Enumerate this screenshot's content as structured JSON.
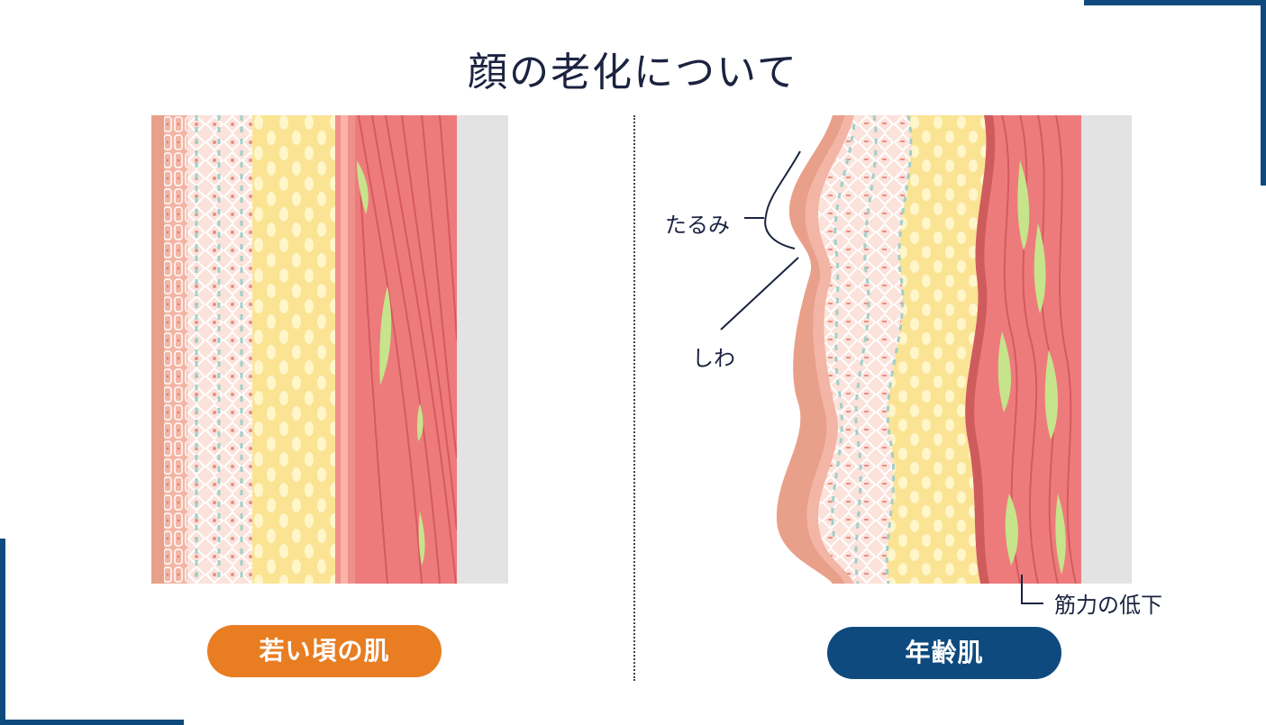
{
  "title": "顔の老化について",
  "young": {
    "label": "若い頃の肌",
    "color": "#e87d22"
  },
  "aged": {
    "label": "年齢肌",
    "color": "#0e4a7e"
  },
  "annotations": {
    "tarumi": "たるみ",
    "shiwa": "しわ",
    "muscle": "筋力の低下"
  },
  "colors": {
    "epidermis": "#e9a08b",
    "dermis": "#fbe2da",
    "fat": "#fbe394",
    "muscle": "#ee7b7c",
    "fascia": "#cf5c5d",
    "bone": "#e3e3e3",
    "highlight": "#c6e48b"
  }
}
